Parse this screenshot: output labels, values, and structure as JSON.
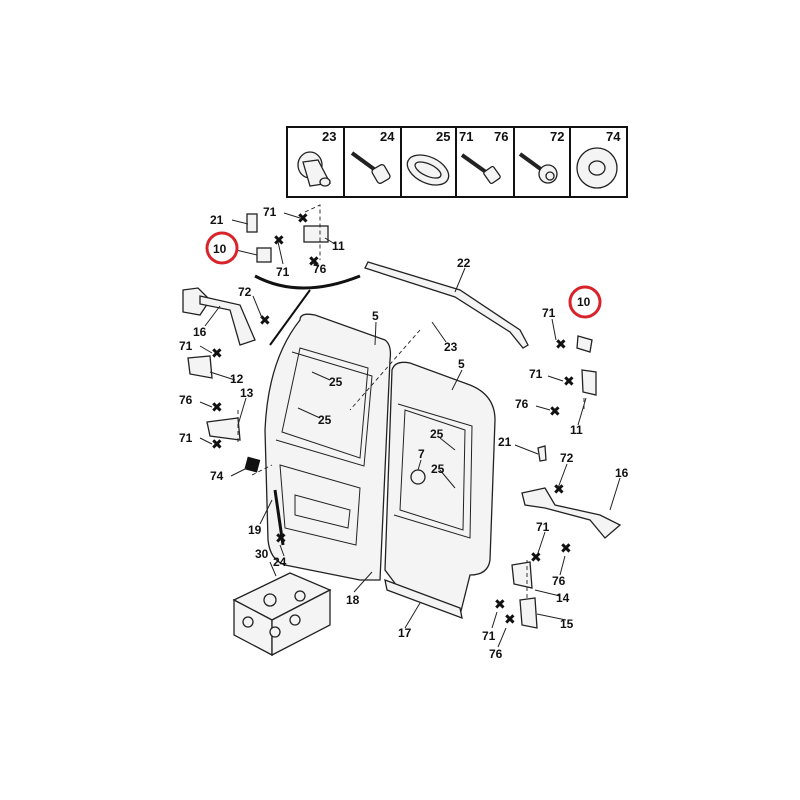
{
  "legend_box": {
    "headers": [
      "23",
      "24",
      "25",
      "71",
      "76",
      "72",
      "74"
    ]
  },
  "callouts": [
    "21",
    "71",
    "10",
    "71",
    "11",
    "76",
    "22",
    "72",
    "16",
    "5",
    "23",
    "71",
    "12",
    "25",
    "25",
    "13",
    "76",
    "71",
    "5",
    "74",
    "7",
    "25",
    "25",
    "21",
    "10",
    "71",
    "71",
    "76",
    "11",
    "72",
    "16",
    "19",
    "24",
    "30",
    "71",
    "76",
    "14",
    "15",
    "71",
    "76",
    "18",
    "17"
  ],
  "colors": {
    "highlight_circle": "#d9232a",
    "line": "#222222"
  }
}
